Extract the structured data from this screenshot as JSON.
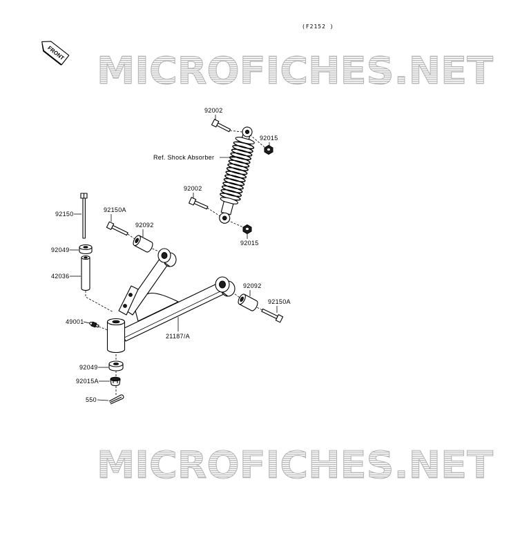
{
  "diagram_code": "(F2152 )",
  "front_indicator": "FRONT",
  "watermark": "MICROFICHES.NET",
  "labels": {
    "shock_bolt_upper": "92002",
    "shock_nut_upper": "92015",
    "shock_absorber": "Ref. Shock Absorber",
    "shock_bolt_lower": "92002",
    "shock_nut_lower": "92015",
    "pivot_bolt": "92150",
    "pivot_washer_upper": "92049",
    "pivot_sleeve": "42036",
    "arm_bolt_upper": "92150A",
    "arm_bushing_upper": "92092",
    "arm_bushing_lower": "92092",
    "arm_bolt_lower": "92150A",
    "grease_nipple": "49001",
    "a_arm": "21187/A",
    "pivot_washer_lower": "92049",
    "pivot_nut": "92015A",
    "cotter_pin": "550"
  }
}
